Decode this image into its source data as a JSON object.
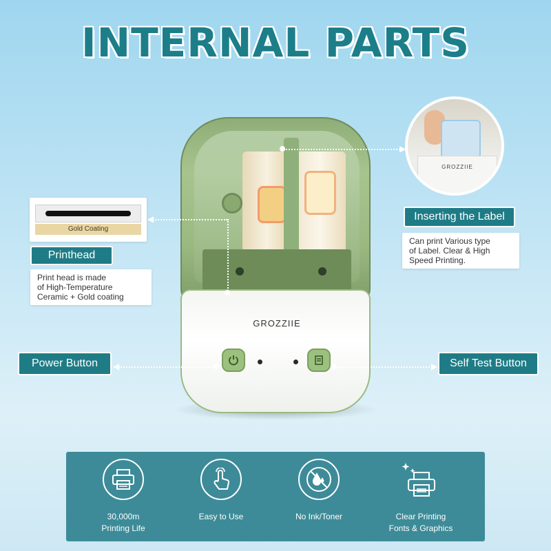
{
  "title": "INTERNAL PARTS",
  "printer": {
    "brand": "GROZZIIE"
  },
  "callouts": {
    "printhead": {
      "label": "Printhead",
      "image_caption": "Gold Coating",
      "description": [
        "Print head is made",
        "of High-Temperature",
        "Ceramic + Gold coating"
      ]
    },
    "inserting_label": {
      "label": "Inserting the Label",
      "photo_caption": "GROZZIIE",
      "description": [
        "Can print Various type",
        "of Label. Clear & High",
        "Speed Printing."
      ]
    },
    "power_button": {
      "label": "Power Button"
    },
    "self_test_button": {
      "label": "Self Test Button"
    }
  },
  "features": [
    {
      "icon": "printer-icon",
      "line1": "30,000m",
      "line2": "Printing Life"
    },
    {
      "icon": "touch-icon",
      "line1": "Easy to Use",
      "line2": ""
    },
    {
      "icon": "no-ink-icon",
      "line1": "No Ink/Toner",
      "line2": ""
    },
    {
      "icon": "sparkle-printer-icon",
      "line1": "Clear Printing",
      "line2": "Fonts & Graphics"
    }
  ],
  "colors": {
    "accent": "#1f7c86",
    "panel": "#3d8b98",
    "printer_green": "#9cc17f",
    "title": "#1c7e89"
  }
}
